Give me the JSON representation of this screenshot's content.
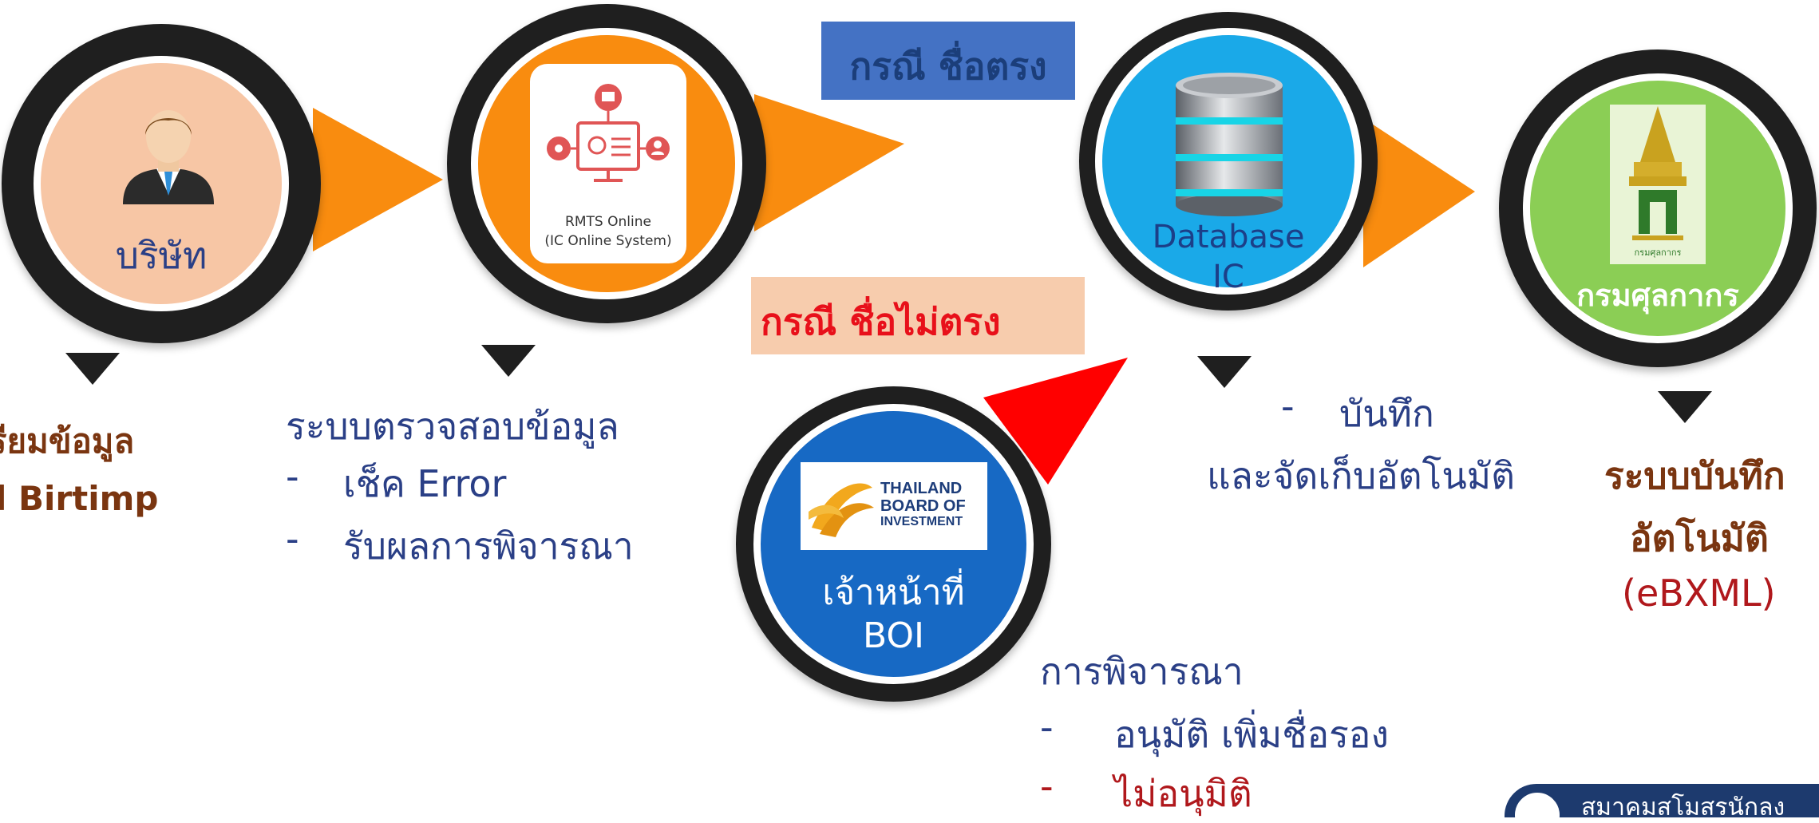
{
  "nodes": {
    "company": {
      "label": "บริษัท"
    },
    "rmts": {
      "line1": "RMTS Online",
      "line2": "(IC Online System)"
    },
    "database": {
      "line1": "Database",
      "line2": "IC"
    },
    "customs": {
      "label": "กรมศุลกากร",
      "emblem_text": "กรมศุลกากร"
    },
    "boi": {
      "logo_line1": "THAILAND",
      "logo_line2": "BOARD OF",
      "logo_line3": "INVESTMENT",
      "line1": "เจ้าหน้าที่",
      "line2": "BOI"
    }
  },
  "banners": {
    "name_match": "กรณี ชื่อตรง",
    "name_mismatch": "กรณี ชื่อไม่ตรง"
  },
  "descriptions": {
    "company": {
      "line1": "รียมข้อมูล",
      "line2": "l Birtimp"
    },
    "rmts": {
      "title": "ระบบตรวจสอบข้อมูล",
      "items": [
        "เช็ค Error",
        "รับผลการพิจารณา"
      ]
    },
    "database": {
      "line1": "บันทึก",
      "line2": "และจัดเก็บอัตโนมัติ"
    },
    "customs": {
      "line1": "ระบบบันทึก",
      "line2": "อัตโนมัติ",
      "line3": "(eBXML)"
    },
    "boi": {
      "title": "การพิจารณา",
      "items": [
        "อนุมัติ เพิ่มชื่อรอง",
        "ไม่อนุมิติ"
      ]
    }
  },
  "bullet": "-",
  "footer": {
    "org_text": "สมาคมสโมสรนักลง"
  },
  "colors": {
    "orange": "#f98c0f",
    "dark_ring": "#1f1f1f",
    "peach": "#f7c6a5",
    "blue_banner": "#4472c4",
    "peach_banner": "#f7ccad",
    "cyan": "#1aa9e8",
    "green": "#8bce55",
    "boi_blue": "#1769c4",
    "red": "#ff0000",
    "navy_text": "#2a3f86",
    "brown_text": "#7a3510",
    "darkred_text": "#b0181c"
  }
}
